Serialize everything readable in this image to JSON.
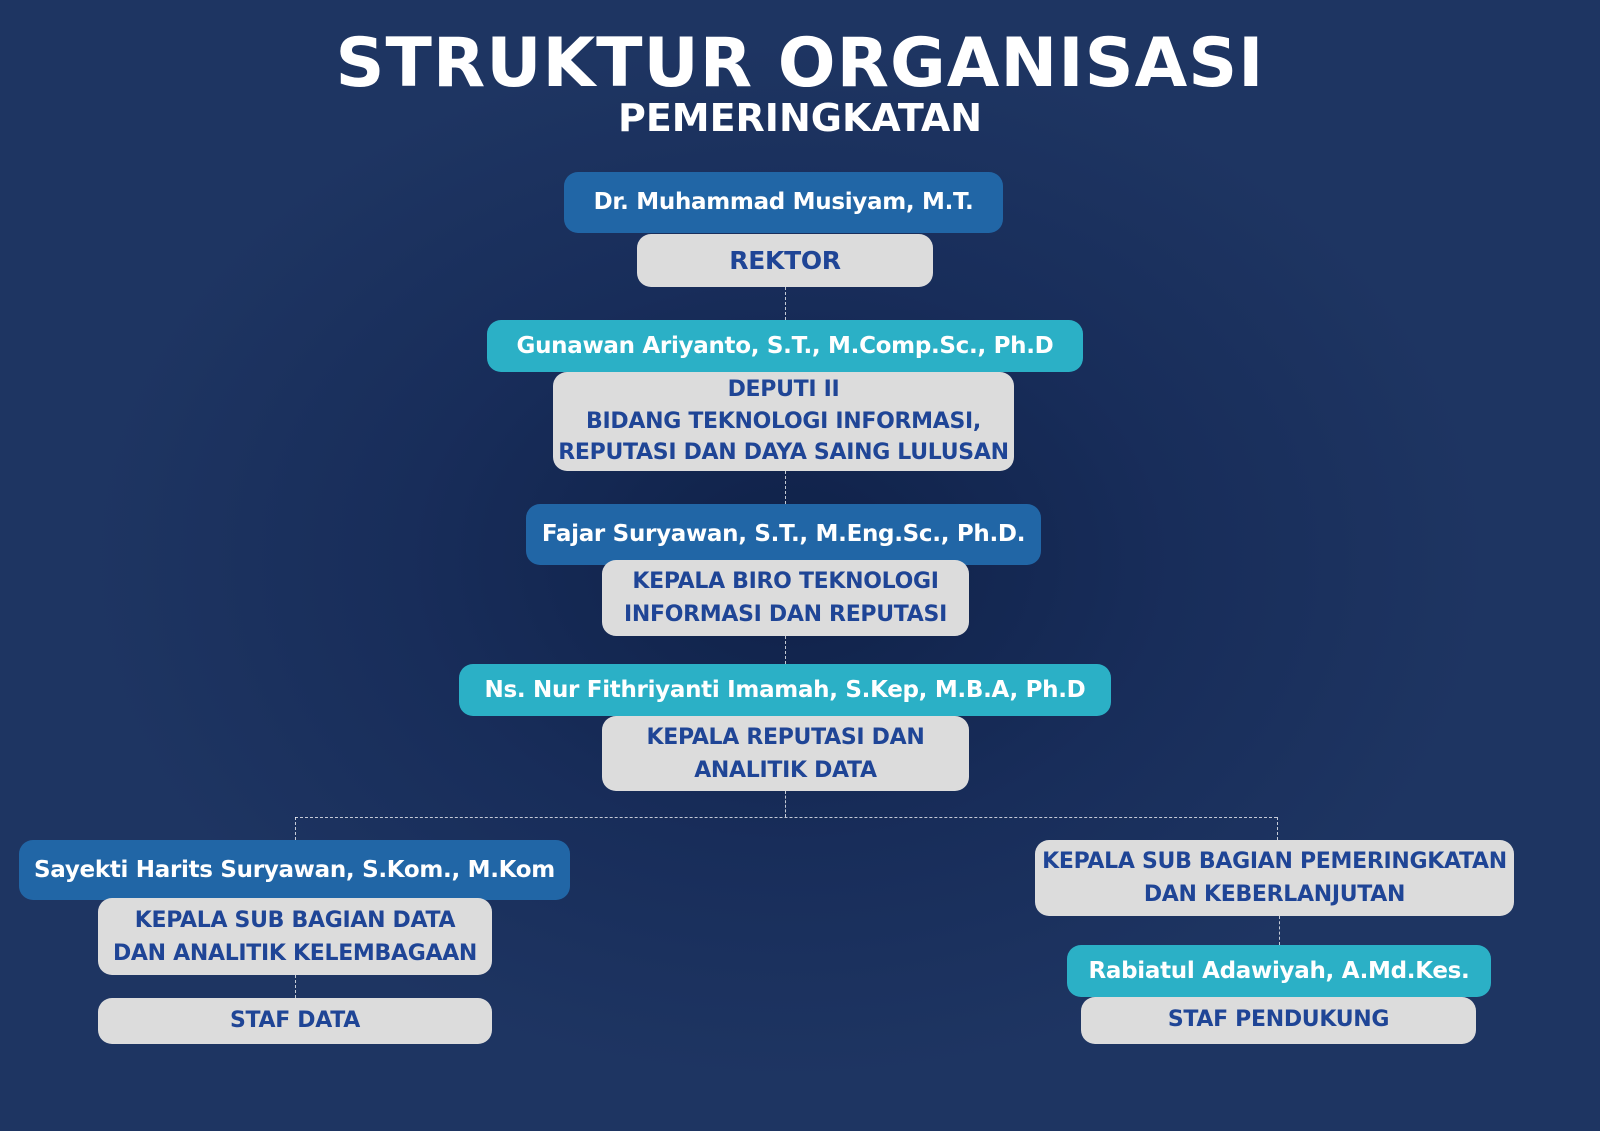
{
  "header": {
    "title": "STRUKTUR ORGANISASI",
    "subtitle": "PEMERINGKATAN"
  },
  "nodes": {
    "rektor": {
      "name": "Dr. Muhammad Musiyam, M.T.",
      "role": [
        "REKTOR"
      ]
    },
    "deputi": {
      "name": "Gunawan Ariyanto, S.T., M.Comp.Sc., Ph.D",
      "role": [
        "DEPUTI II",
        "BIDANG TEKNOLOGI INFORMASI,",
        "REPUTASI DAN DAYA SAING LULUSAN"
      ]
    },
    "biro": {
      "name": "Fajar Suryawan, S.T., M.Eng.Sc., Ph.D.",
      "role": [
        "KEPALA BIRO TEKNOLOGI",
        "INFORMASI DAN REPUTASI"
      ]
    },
    "reputasi": {
      "name": "Ns. Nur Fithriyanti Imamah, S.Kep, M.B.A, Ph.D",
      "role": [
        "KEPALA REPUTASI DAN",
        "ANALITIK DATA"
      ]
    },
    "subdata": {
      "name": "Sayekti Harits Suryawan, S.Kom., M.Kom",
      "role": [
        "KEPALA SUB BAGIAN DATA",
        "DAN ANALITIK KELEMBAGAAN"
      ]
    },
    "stafdata": {
      "role": [
        "STAF DATA"
      ]
    },
    "subperingkat": {
      "role": [
        "KEPALA SUB BAGIAN PEMERINGKATAN",
        "DAN KEBERLANJUTAN"
      ]
    },
    "stafpendukung": {
      "name": "Rabiatul Adawiyah, A.Md.Kes.",
      "role": [
        "STAF PENDUKUNG"
      ]
    }
  },
  "colors": {
    "background": "#1e3562",
    "name_dark": "#2166a6",
    "name_teal": "#2bb0c6",
    "role_bg": "#dcdcdc",
    "role_text": "#1f4596"
  }
}
